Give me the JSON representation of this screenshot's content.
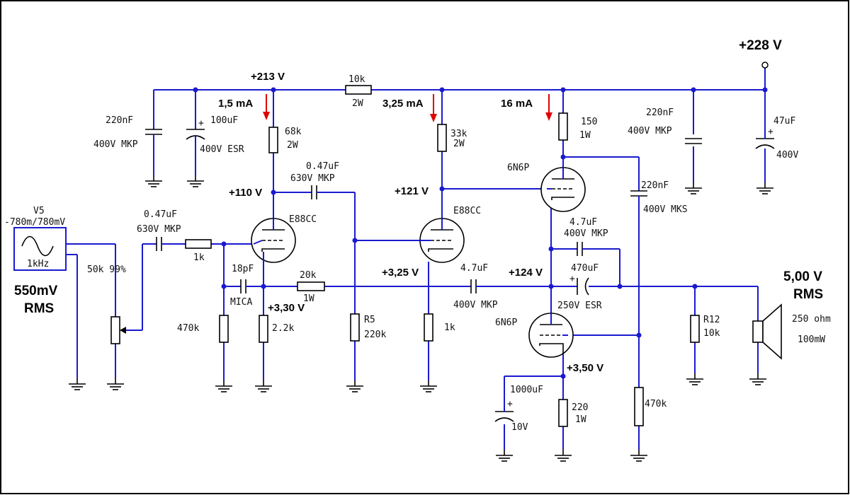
{
  "supply": {
    "voltage": "+228 V"
  },
  "node_voltages": {
    "v213": "+213 V",
    "v110": "+110 V",
    "v121": "+121 V",
    "v330": "+3,30 V",
    "v325": "+3,25 V",
    "v124": "+124 V",
    "v350": "+3,50 V"
  },
  "currents": {
    "i1": "1,5 mA",
    "i2": "3,25 mA",
    "i3": "16 mA"
  },
  "source": {
    "name": "V5",
    "amplitude": "-780m/780mV",
    "freq": "1kHz",
    "level_l1": "550mV",
    "level_l2": "RMS"
  },
  "output": {
    "level_l1": "5,00 V",
    "level_l2": "RMS",
    "spk_imp": "250 ohm",
    "spk_pow": "100mW"
  },
  "labels": {
    "pot": "50k 99%",
    "c_in_l1": "0.47uF",
    "c_in_l2": "630V MKP",
    "r_1k_grid": "1k",
    "c_220n_l1": "220nF",
    "c_220n_l2": "400V MKP",
    "c_100u_l1": "100uF",
    "c_100u_l2": "400V ESR",
    "r_68k_l1": "68k",
    "r_68k_l2": "2W",
    "r_10k_l1": "10k",
    "r_10k_l2": "2W",
    "r_33k_l1": "33k",
    "r_33k_l2": "2W",
    "c_047_l1": "0.47uF",
    "c_047_l2": "630V MKP",
    "tube1": "E88CC",
    "tube2": "E88CC",
    "tube3": "6N6P",
    "tube4": "6N6P",
    "c_18p_l1": "18pF",
    "c_18p_l2": "MICA",
    "r_20k_l1": "20k",
    "r_20k_l2": "1W",
    "r_470k_a": "470k",
    "r_2k2": "2.2k",
    "r5_l1": "R5",
    "r5_l2": "220k",
    "r_1k_cath": "1k",
    "c_47u_mid_l1": "4.7uF",
    "c_47u_mid_l2": "400V MKP",
    "r_150_l1": "150",
    "r_150_l2": "1W",
    "c_220n_mks_l1": "220nF",
    "c_220n_mks_l2": "400V MKS",
    "c_47u_fb_l1": "4.7uF",
    "c_47u_fb_l2": "400V MKP",
    "c_470u_l1": "470uF",
    "c_470u_l2": "250V ESR",
    "c_1000u_l1": "1000uF",
    "c_1000u_l2": "10V",
    "r_220_l1": "220",
    "r_220_l2": "1W",
    "r_470k_b": "470k",
    "r12_l1": "R12",
    "r12_l2": "10k",
    "c_220n_r_l1": "220nF",
    "c_220n_r_l2": "400V MKP",
    "c_47u_r_l1": "47uF",
    "c_47u_r_l2": "400V"
  }
}
